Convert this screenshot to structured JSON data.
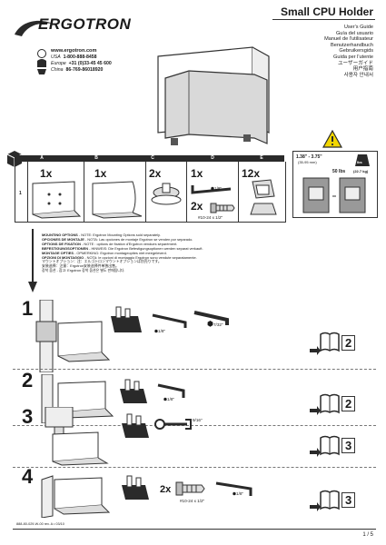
{
  "header": {
    "brand": "ERGOTRON",
    "website": "www.ergotron.com",
    "contacts": [
      {
        "region": "USA",
        "phone": "1-800-888-8458"
      },
      {
        "region": "Europe",
        "phone": "+31 (0)33-45 45 600"
      },
      {
        "region": "China",
        "phone": "86-769-86018920"
      }
    ],
    "title": "Small CPU Holder",
    "guides": [
      "User's Guide",
      "Guía del usuario",
      "Manuel de l'utilisateur",
      "Benutzerhandbuch",
      "Gebruikersgids",
      "Guida per l'utente",
      "ユーザーガイド",
      "用户指南",
      "사용자 안내서"
    ]
  },
  "parts": {
    "columns": [
      "A",
      "B",
      "C",
      "D",
      "E"
    ],
    "row_label": "1",
    "quantities": {
      "a": "1x",
      "b": "1x",
      "c": "2x",
      "d_top": "1x",
      "d_bottom": "2x",
      "e": "12x"
    },
    "tool_sizes": {
      "d_top": "1/8\"",
      "d_bottom": "#10-24 x 1/2\""
    }
  },
  "weights": {
    "range": "1.38\" - 3.75\"",
    "range_metric": "(35-95 mm)",
    "max": "50 lbs",
    "max_metric": "(22.7 kg)",
    "lbs_icon": "lbs"
  },
  "options_notes": [
    {
      "label": "MOUNTING OPTIONS",
      "text": " - NOTE: Ergotron Mounting Options sold separately."
    },
    {
      "label": "OPCIONES DE MONTAJE",
      "text": " - NOTA: Las opciones de montaje Ergotron se venden por separado."
    },
    {
      "label": "OPTIONS DE FIXATION",
      "text": " - NOTE : options de fixation d'Ergotron vendues séparément."
    },
    {
      "label": "BEFESTIGUNGSOPTIONEN",
      "text": " - HINWEIS: Die Ergotron Befestigungsoptionen werden separat verkauft."
    },
    {
      "label": "MONTAGE OPTIES",
      "text": " - OPMERKING: Ergotron montageopties niet meegeleverd."
    },
    {
      "label": "OPZIONI DI MONTAGGIO",
      "text": " - NOTA: le opzioni di montaggio Ergotron sono vendute separatamente."
    },
    {
      "label": "マウントオプション",
      "text": "：注：エルゴトロンマウントオプションは別売りです。"
    },
    {
      "label": "安装选择",
      "text": "：注意：Ergotron安装选择件单独出售。"
    },
    {
      "label": "장착 옵션",
      "text": " - 참고: Ergotron 장착 옵션은 별도 판매됩니다."
    }
  ],
  "options": [
    {
      "number": "1",
      "tools": [
        {
          "size": "1/8\""
        },
        {
          "size": "7/32\""
        }
      ],
      "goto": "2"
    },
    {
      "number": "2",
      "tools": [
        {
          "size": "1/8\""
        }
      ],
      "goto": "2"
    },
    {
      "number": "3",
      "tools": [
        {
          "size": "9/16\""
        }
      ],
      "goto": "3"
    },
    {
      "number": "4",
      "tools": [
        {
          "size": "#10-24 x 1/2\""
        },
        {
          "size": "1/8\""
        }
      ],
      "screw_qty": "2x",
      "goto": "3"
    }
  ],
  "footer": {
    "doc_id": "888-80-029-W-00 rev. A • 03/10",
    "page": "1 / 5"
  },
  "colors": {
    "dark": "#2a2a2a",
    "line": "#333333",
    "grey": "#9a9a9a",
    "warn": "#f2d600"
  }
}
